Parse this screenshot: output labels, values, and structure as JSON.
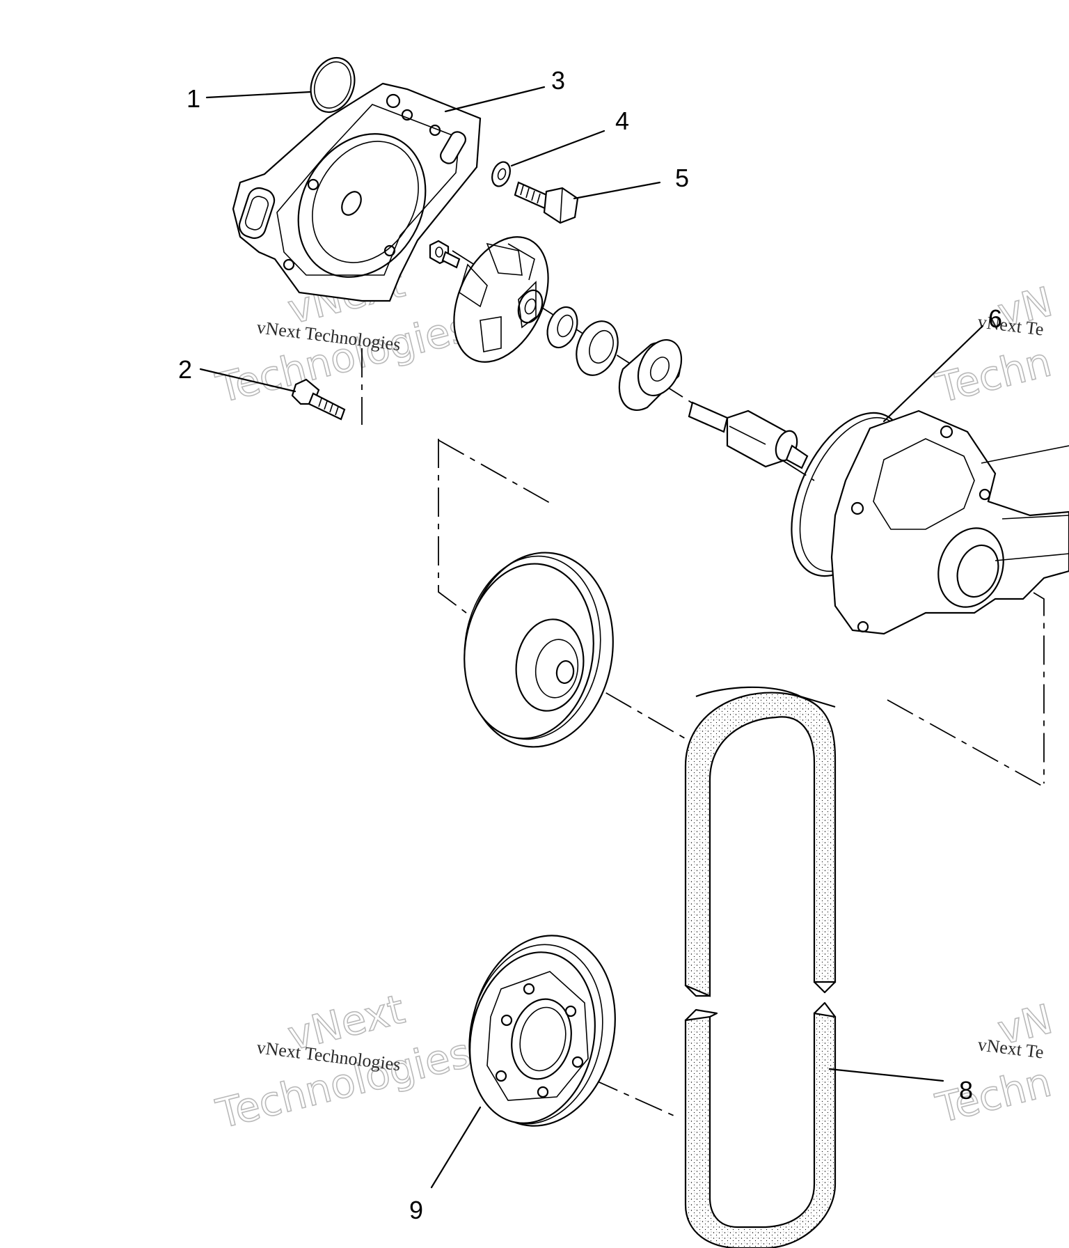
{
  "diagram": {
    "callouts": [
      {
        "id": "1",
        "text": "1"
      },
      {
        "id": "2",
        "text": "2"
      },
      {
        "id": "3",
        "text": "3"
      },
      {
        "id": "4",
        "text": "4"
      },
      {
        "id": "5",
        "text": "5"
      },
      {
        "id": "6",
        "text": "6"
      },
      {
        "id": "8",
        "text": "8"
      },
      {
        "id": "9",
        "text": "9"
      }
    ],
    "watermark": {
      "brand_line": "vNext Technologies",
      "outline_vnext": "vNext",
      "outline_tech": "Technologies",
      "outline_tech_cut": "Techn",
      "brand_line_cut": "vNext Te",
      "outline_vnext_cut": "vN"
    },
    "colors": {
      "ink": "#000000",
      "paper": "#ffffff",
      "watermark": "#b9b9b9"
    }
  }
}
